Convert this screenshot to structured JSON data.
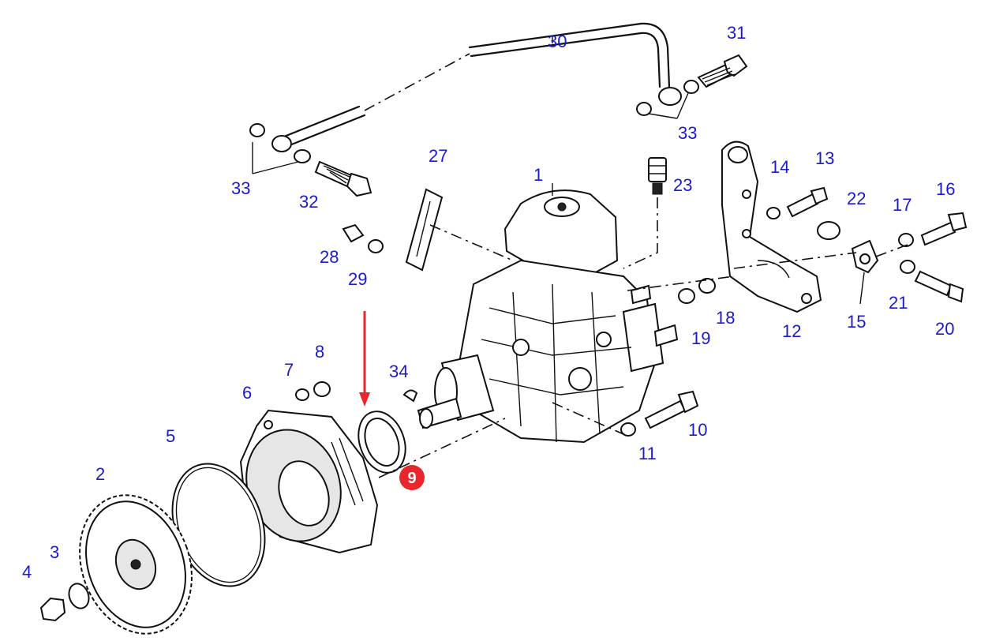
{
  "callouts": {
    "c1": "1",
    "c2": "2",
    "c3": "3",
    "c4": "4",
    "c5": "5",
    "c6": "6",
    "c7": "7",
    "c8": "8",
    "c9": "9",
    "c10": "10",
    "c11": "11",
    "c12": "12",
    "c13": "13",
    "c14": "14",
    "c15": "15",
    "c16": "16",
    "c17": "17",
    "c18": "18",
    "c19": "19",
    "c20": "20",
    "c21": "21",
    "c22": "22",
    "c23": "23",
    "c27": "27",
    "c28": "28",
    "c29": "29",
    "c30": "30",
    "c31": "31",
    "c32": "32",
    "c33a": "33",
    "c33b": "33",
    "c34": "34"
  },
  "highlight": {
    "part_number": "9",
    "badge_color": "#e8262c",
    "arrow_color": "#e8262c"
  },
  "colors": {
    "callout_text": "#1a1acf",
    "line_art": "#111111",
    "background": "#ffffff"
  }
}
